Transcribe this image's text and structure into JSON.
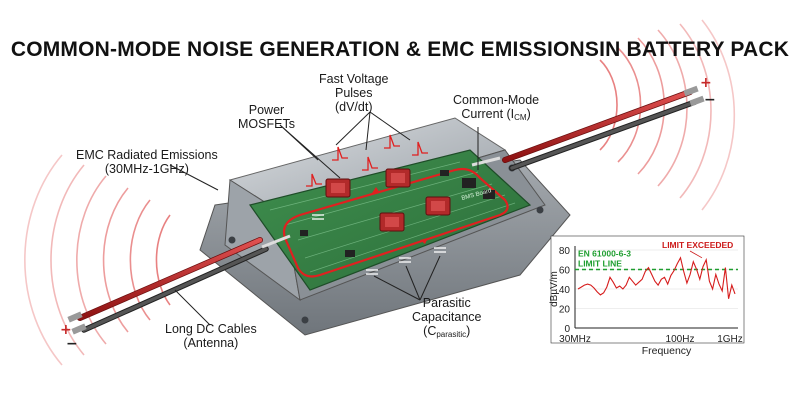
{
  "title": "COMMON-MODE NOISE GENERATION & EMC EMISSIONSIN BATTERY PACK",
  "labels": {
    "emissions": "EMC Radiated Emissions",
    "emissions_range": "(30MHz-1GHz)",
    "mosfets_1": "Power",
    "mosfets_2": "MOSFETs",
    "pulses_1": "Fast Voltage",
    "pulses_2": "Pulses",
    "pulses_3": "(dV/dt)",
    "cm_1": "Common-Mode",
    "cm_2_prefix": "Current (I",
    "cm_2_sub": "CM",
    "cm_2_suffix": ")",
    "cables_1": "Long DC Cables",
    "cables_2": "(Antenna)",
    "parasitic_1": "Parasitic",
    "parasitic_2": "Capacitance",
    "parasitic_3_prefix": "(C",
    "parasitic_3_sub": "parasitic",
    "parasitic_3_suffix": ")",
    "board": "BMS Board",
    "plus": "+",
    "minus": "−"
  },
  "spectrum": {
    "limit_exceeded": "LIMIT EXCEEDED",
    "standard": "EN 61000-6-3",
    "limit_line": "LIMIT LINE",
    "ylabel": "dBµV/m",
    "xlabel": "Frequency",
    "yticks": [
      "80",
      "60",
      "40",
      "20",
      "0"
    ],
    "xticks": [
      "30MHz",
      "100Hz",
      "1GHz"
    ]
  },
  "chart_data": {
    "type": "line",
    "title": "",
    "xlabel": "Frequency",
    "ylabel": "dBµV/m",
    "ylim": [
      0,
      80
    ],
    "xticks": [
      "30MHz",
      "100Hz",
      "1GHz"
    ],
    "limit_line": {
      "name": "EN 61000-6-3 LIMIT LINE",
      "value": 60
    },
    "series": [
      {
        "values": [
          40,
          42,
          44,
          45,
          44,
          41,
          37,
          34,
          36,
          42,
          52,
          47,
          41,
          43,
          40,
          44,
          52,
          48,
          44,
          47,
          50,
          58,
          62,
          55,
          48,
          44,
          50,
          52,
          45,
          54,
          59,
          66,
          72,
          58,
          46,
          55,
          68,
          60,
          50,
          63,
          70,
          48,
          40,
          55,
          45,
          38,
          62,
          30,
          44,
          35
        ]
      }
    ],
    "annotation": "LIMIT EXCEEDED",
    "colors": {
      "trace": "#d61d1d",
      "limit": "#1e9e2f",
      "exceeded": "#cc1a1a"
    }
  }
}
